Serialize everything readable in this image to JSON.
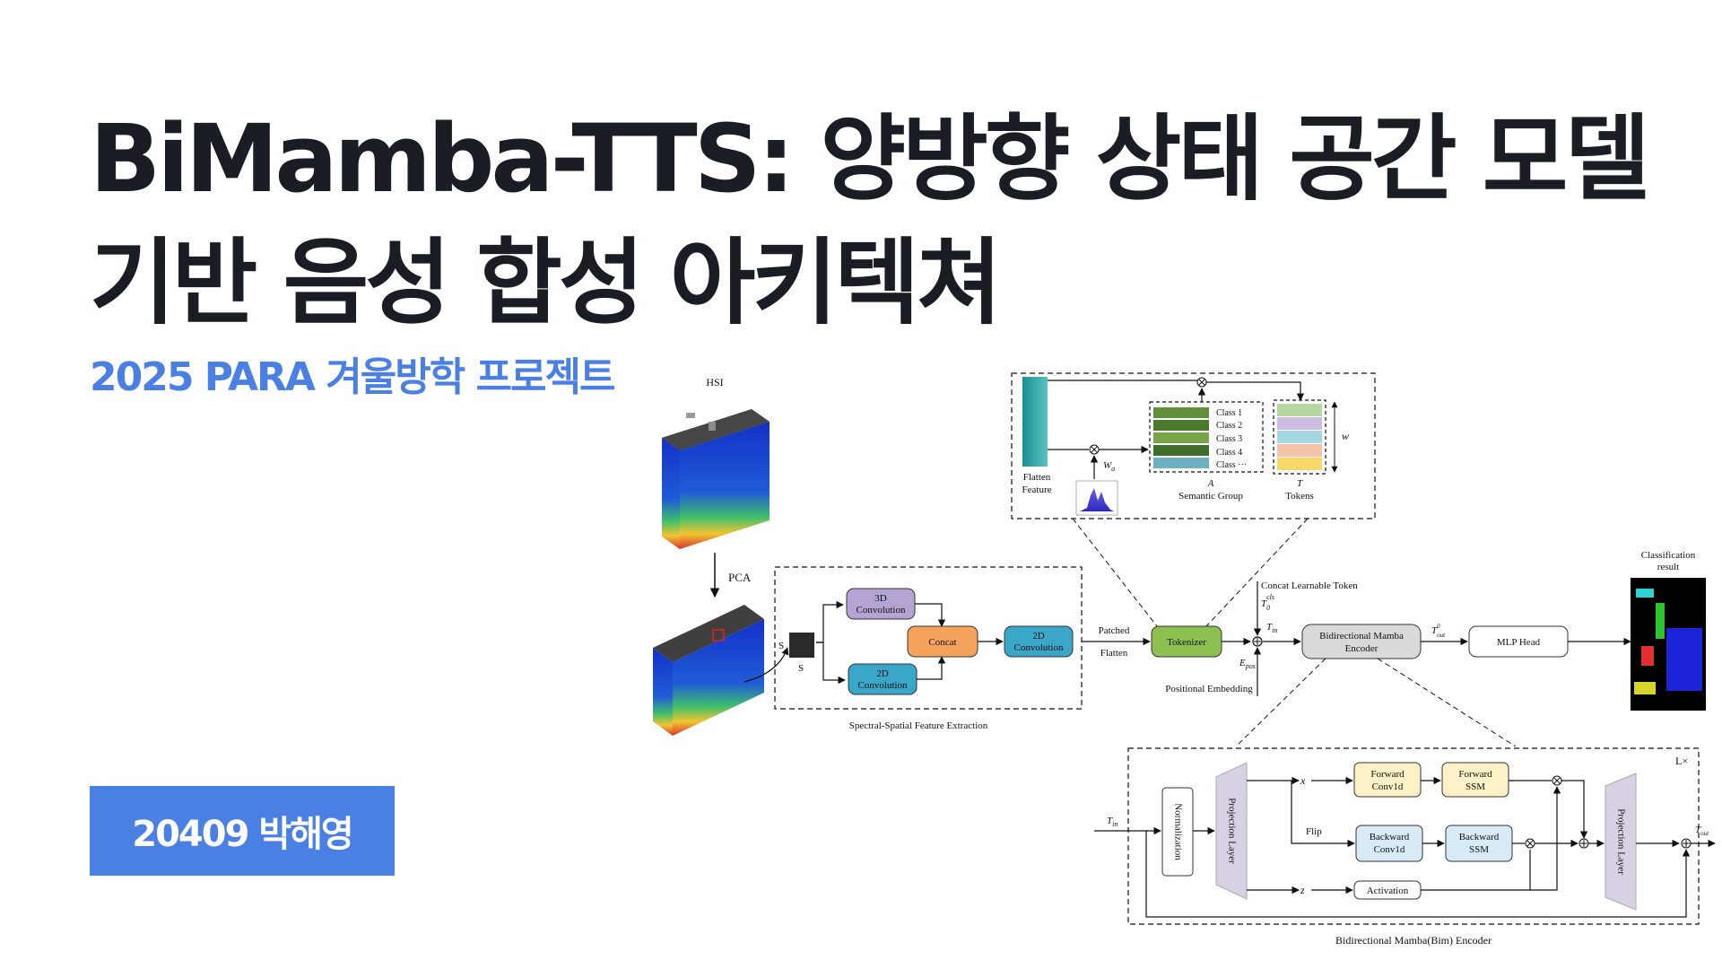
{
  "title": "BiMamba-TTS: 양방향 상태 공간 모델 기반 음성 합성 아키텍쳐",
  "subtitle": "2025 PARA 겨울방학 프로젝트",
  "author_badge": "20409 박해영",
  "diagram": {
    "hsi": "HSI",
    "pca": "PCA",
    "s": "S",
    "conv3d_1": "3D",
    "conv3d_2": "Convolution",
    "conv2d_1": "2D",
    "conv2d_2": "Convolution",
    "concat": "Concat",
    "conv2d_right_1": "2D",
    "conv2d_right_2": "Convolution",
    "ssfe": "Spectral-Spatial Feature Extraction",
    "patched": "Patched",
    "flatten": "Flatten",
    "tokenizer": "Tokenizer",
    "positional_embedding": "Positional Embedding",
    "concat_learnable_token": "Concat Learnable Token",
    "t0_cls": "T",
    "t0_cls_sub": "0",
    "t0_cls_sup": "cls",
    "t_in": "T",
    "t_in_sub": "in",
    "e_pos": "E",
    "e_pos_sub": "pos",
    "bimamba_1": "Bidirectional Mamba",
    "bimamba_2": "Encoder",
    "t_out": "T",
    "t_out_sub": "out",
    "t_out_sup": "0",
    "mlp_head": "MLP Head",
    "classification_1": "Classification",
    "classification_2": "result",
    "flatten_feature_1": "Flatten",
    "flatten_feature_2": "Feature",
    "wa": "W",
    "wa_sub": "a",
    "classes": [
      "Class 1",
      "Class 2",
      "Class 3",
      "Class 4",
      "Class ···"
    ],
    "a_label": "A",
    "semantic_group": "Semantic Group",
    "t_label": "T",
    "tokens": "Tokens",
    "w_label": "w",
    "lx": "L×",
    "enc_t_in": "T",
    "enc_t_in_sub": "in",
    "normalization": "Normalization",
    "projection_layer": "Projection Layer",
    "x": "x",
    "z": "z",
    "flip": "Flip",
    "fwd_conv_1": "Forward",
    "fwd_conv_2": "Conv1d",
    "fwd_ssm_1": "Forward",
    "fwd_ssm_2": "SSM",
    "bwd_conv_1": "Backward",
    "bwd_conv_2": "Conv1d",
    "bwd_ssm_1": "Backward",
    "bwd_ssm_2": "SSM",
    "activation": "Activation",
    "projection_layer_2": "Projection Layer",
    "enc_t_out": "T",
    "enc_t_out_sub": "out",
    "encoder_caption": "Bidirectional Mamba(Bim) Encoder"
  },
  "colors": {
    "accent": "#4a7fe3",
    "title": "#1a1d24",
    "conv3d": "#b3a4d3",
    "conv2d": "#3aa6c8",
    "concat": "#f5a25d",
    "tokenizer": "#8cc152",
    "bimamba": "#d9d9d9",
    "forward": "#fdf1c7",
    "backward": "#d8eaf5",
    "projection": "#d7d1e3"
  }
}
